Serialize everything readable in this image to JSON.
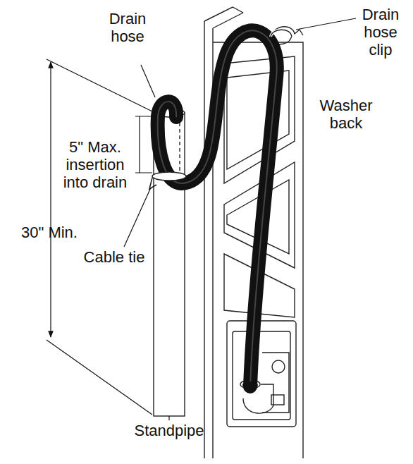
{
  "diagram": {
    "labels": [
      "Drain hose",
      "Drain hose clip",
      "Washer back",
      "5\" Max. insertion into drain",
      "30\" Min.",
      "Cable tie",
      "Standpipe"
    ]
  }
}
